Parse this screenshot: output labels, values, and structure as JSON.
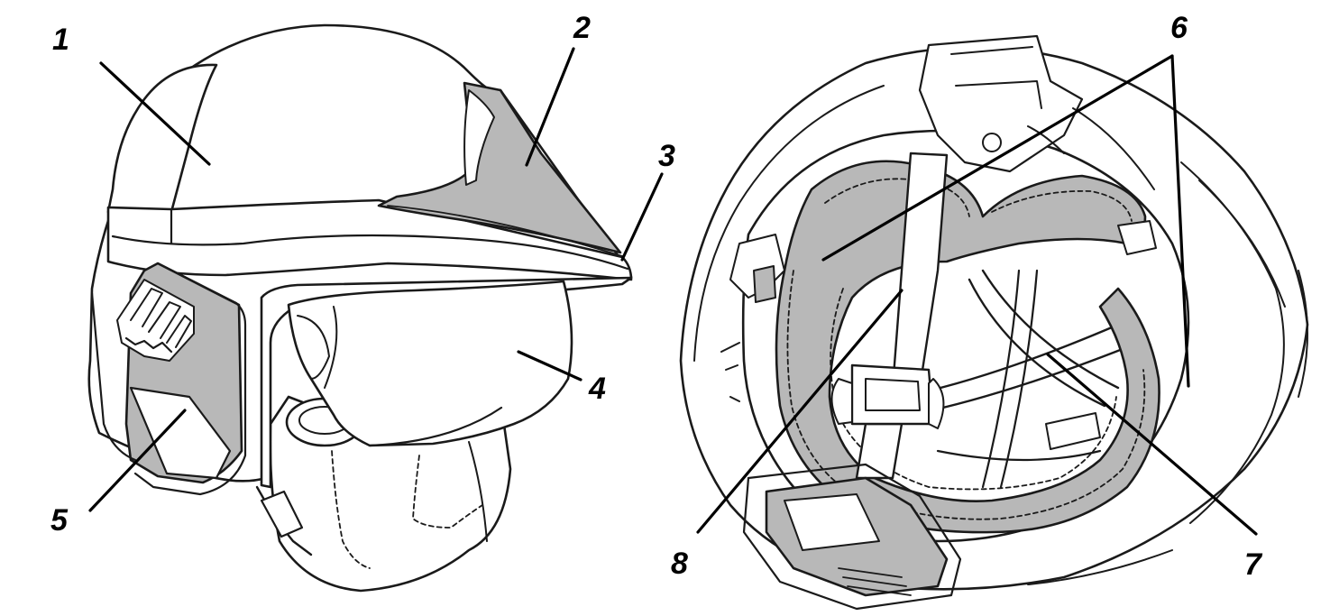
{
  "colors": {
    "line": "#1a1a1a",
    "fill": "#ffffff",
    "shade": "#b8b8b8",
    "background": "#ffffff"
  },
  "figure": {
    "callouts": [
      "1",
      "2",
      "3",
      "4",
      "5",
      "6",
      "7",
      "8"
    ]
  }
}
